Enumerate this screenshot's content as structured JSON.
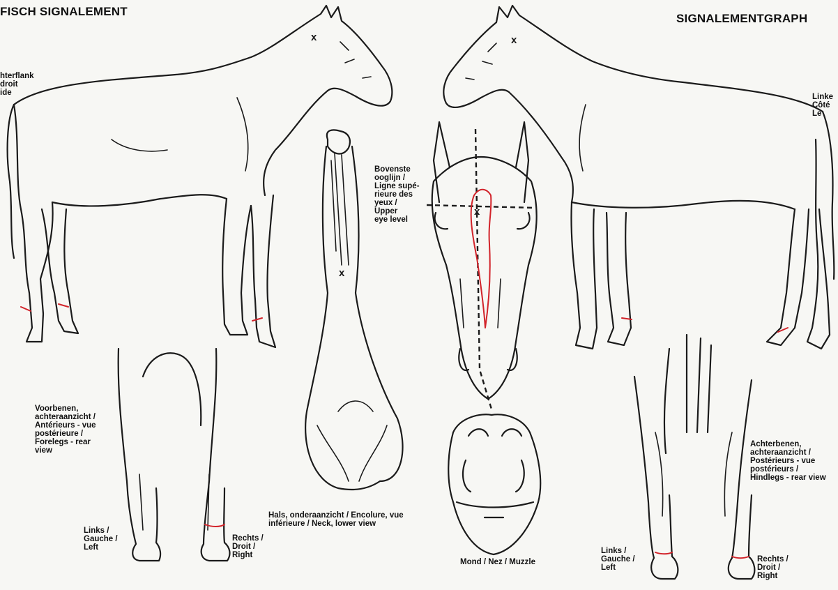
{
  "header": {
    "title_left": "FISCH SIGNALEMENT",
    "title_right": "SIGNALEMENTGRAPH"
  },
  "labels": {
    "left_flank": [
      "hterflank",
      "droit",
      "ide"
    ],
    "right_flank": [
      "Linke",
      "Côté",
      "Le"
    ],
    "eye_level": [
      "Bovenste",
      "ooglijn /",
      "Ligne supé-",
      "rieure des",
      "yeux /",
      "Upper",
      "eye level"
    ],
    "forelegs": [
      "Voorbenen,",
      "achteraanzicht /",
      "Antérieurs - vue",
      "postérieure /",
      "Forelegs - rear",
      "view"
    ],
    "hindlegs": [
      "Achterbenen,",
      "achteraanzicht /",
      "Postérieurs - vue",
      "postérieurs /",
      "Hindlegs - rear view"
    ],
    "neck": [
      "Hals, onderaanzicht / Encolure, vue",
      "inférieure / Neck, lower view"
    ],
    "muzzle": "Mond / Nez / Muzzle",
    "fore_left": [
      "Links /",
      "Gauche /",
      "Left"
    ],
    "fore_right": [
      "Rechts /",
      "Droit /",
      "Right"
    ],
    "hind_left": [
      "Links /",
      "Gauche /",
      "Left"
    ],
    "hind_right": [
      "Rechts /",
      "Droit /",
      "Right"
    ]
  },
  "marks": {
    "whorl": "x"
  },
  "colors": {
    "ink": "#1b1b1b",
    "marking": "#d2232a",
    "paper": "#f7f7f4"
  }
}
